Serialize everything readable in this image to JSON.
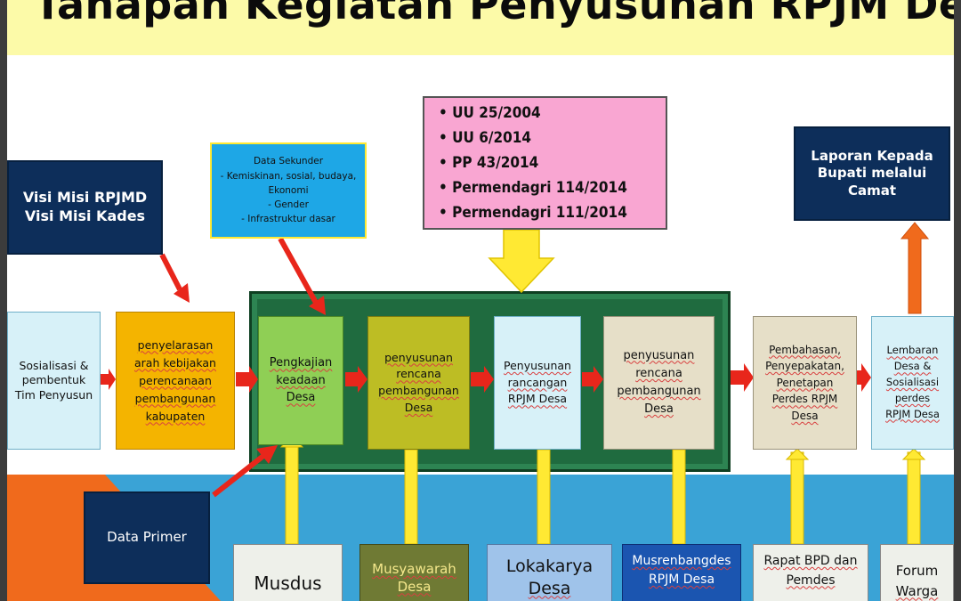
{
  "title": "Tahapan Kegiatan  Penyusunan RPJM Desa",
  "colors": {
    "navy": "#0d2e5a",
    "light_cyan": "#d7f1f8",
    "amber": "#f4b400",
    "light_green": "#8fcf55",
    "olive": "#bdbd24",
    "dark_green": "#1f6b3f",
    "pink": "#f9a6d2",
    "sky_blue": "#1ea7e6",
    "beige": "#e6dfc8",
    "orange": "#f06a1c",
    "blue_band": "#3aa3d6",
    "red_arrow": "#e8261b",
    "yellow_arrow": "#ffe933"
  },
  "boxes": {
    "visi_misi": [
      "Visi Misi RPJMD",
      "Visi Misi Kades"
    ],
    "data_sekunder": [
      "Data Sekunder",
      "- Kemiskinan, sosial, budaya,",
      "Ekonomi",
      "- Gender",
      "- Infrastruktur dasar"
    ],
    "regulasi": [
      "UU 25/2004",
      "UU 6/2014",
      "PP 43/2014",
      "Permendagri 114/2014",
      "Permendagri 111/2014"
    ],
    "laporan": [
      "Laporan Kepada",
      "Bupati melalui",
      "Camat"
    ],
    "sosialisasi": [
      "Sosialisasi &",
      "pembentuk",
      "Tim Penyusun"
    ],
    "penyelarasan": [
      "penyelarasan",
      "arah kebijakan",
      "perencanaan",
      "pembangunan",
      "kabupaten"
    ],
    "pengkajian": [
      "Pengkajian",
      "keadaan",
      "Desa"
    ],
    "penyusunan_rencana": [
      "penyusunan",
      "rencana",
      "pembangunan",
      "Desa"
    ],
    "penyusunan_rancangan": [
      "Penyusunan",
      "rancangan",
      "RPJM Desa"
    ],
    "penyusunan_rencana_2": [
      "penyusunan",
      "rencana",
      "pembangunan",
      "Desa"
    ],
    "pembahasan": [
      "Pembahasan,",
      "Penyepakatan,",
      "Penetapan",
      "Perdes RPJM",
      "Desa"
    ],
    "lembaran": [
      "Lembaran",
      "Desa &",
      "Sosialisasi",
      "perdes",
      "RPJM Desa"
    ],
    "data_primer": [
      "Data Primer"
    ],
    "musdus": [
      "Musdus"
    ],
    "musyawarah": [
      "Musyawarah",
      "Desa"
    ],
    "lokakarya": [
      "Lokakarya",
      "Desa"
    ],
    "musrenbangdes": [
      "Musrenbangdes",
      "RPJM Desa"
    ],
    "rapat_bpd": [
      "Rapat BPD dan",
      "Pemdes"
    ],
    "forum_warga": [
      "Forum",
      "Warga"
    ]
  }
}
